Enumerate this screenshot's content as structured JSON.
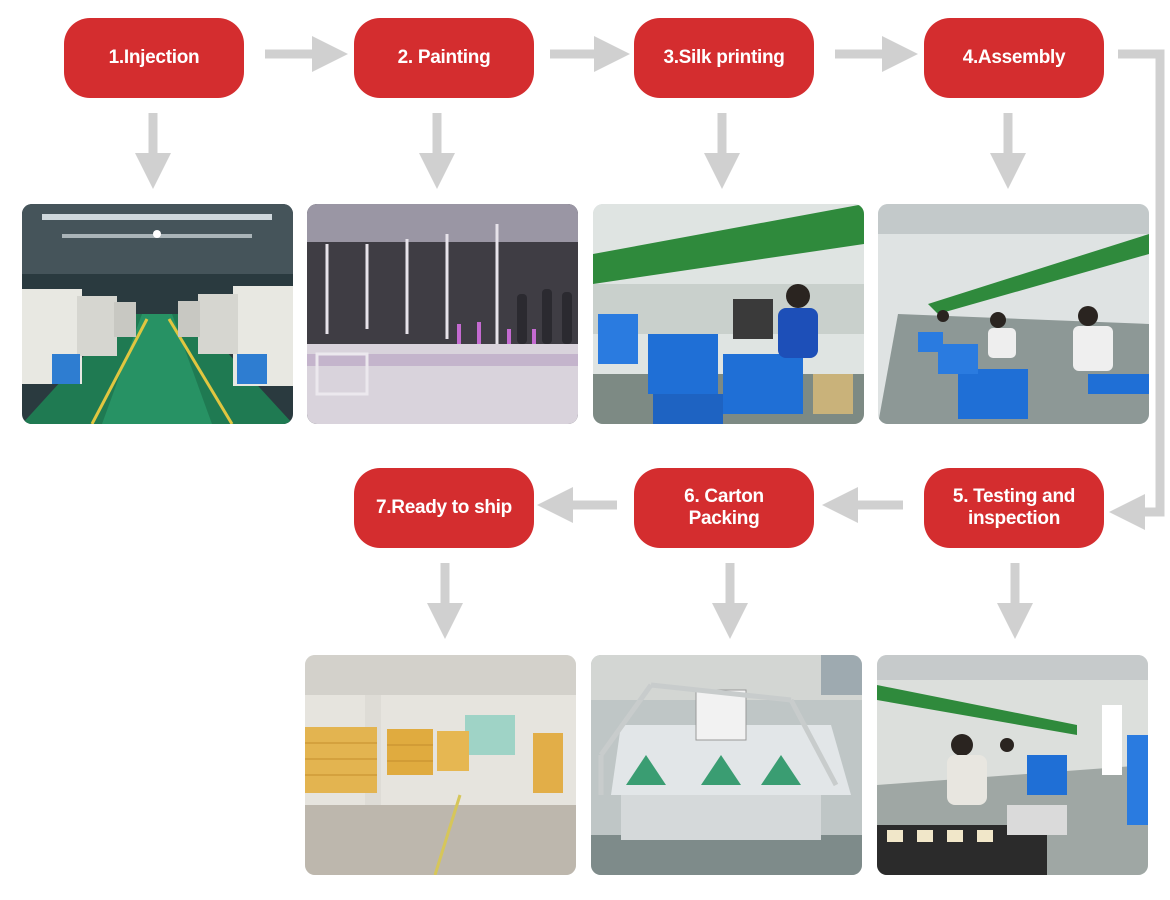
{
  "diagram": {
    "steps": [
      {
        "id": "injection",
        "label": "1.Injection",
        "photo_subject": "injection-molding-hall"
      },
      {
        "id": "painting",
        "label": "2. Painting",
        "photo_subject": "spray-painting-line"
      },
      {
        "id": "silk-printing",
        "label": "3.Silk printing",
        "photo_subject": "pad-printing-workstation"
      },
      {
        "id": "assembly",
        "label": "4.Assembly",
        "photo_subject": "assembly-line"
      },
      {
        "id": "testing",
        "label": "5. Testing and inspection",
        "photo_subject": "testing-line"
      },
      {
        "id": "carton-packing",
        "label": "6. Carton Packing",
        "photo_subject": "carton-vibration-tester"
      },
      {
        "id": "ready-to-ship",
        "label": "7.Ready to ship",
        "photo_subject": "warehouse"
      }
    ],
    "flow": [
      [
        "injection",
        "painting"
      ],
      [
        "painting",
        "silk-printing"
      ],
      [
        "silk-printing",
        "assembly"
      ],
      [
        "assembly",
        "testing"
      ],
      [
        "testing",
        "carton-packing"
      ],
      [
        "carton-packing",
        "ready-to-ship"
      ]
    ],
    "colors": {
      "step_fill": "#d42d2f",
      "step_text": "#ffffff",
      "arrow": "#d0d0d0"
    },
    "icons": {
      "flow_arrow": "arrow-right-icon",
      "down_arrow": "arrow-down-icon"
    }
  }
}
